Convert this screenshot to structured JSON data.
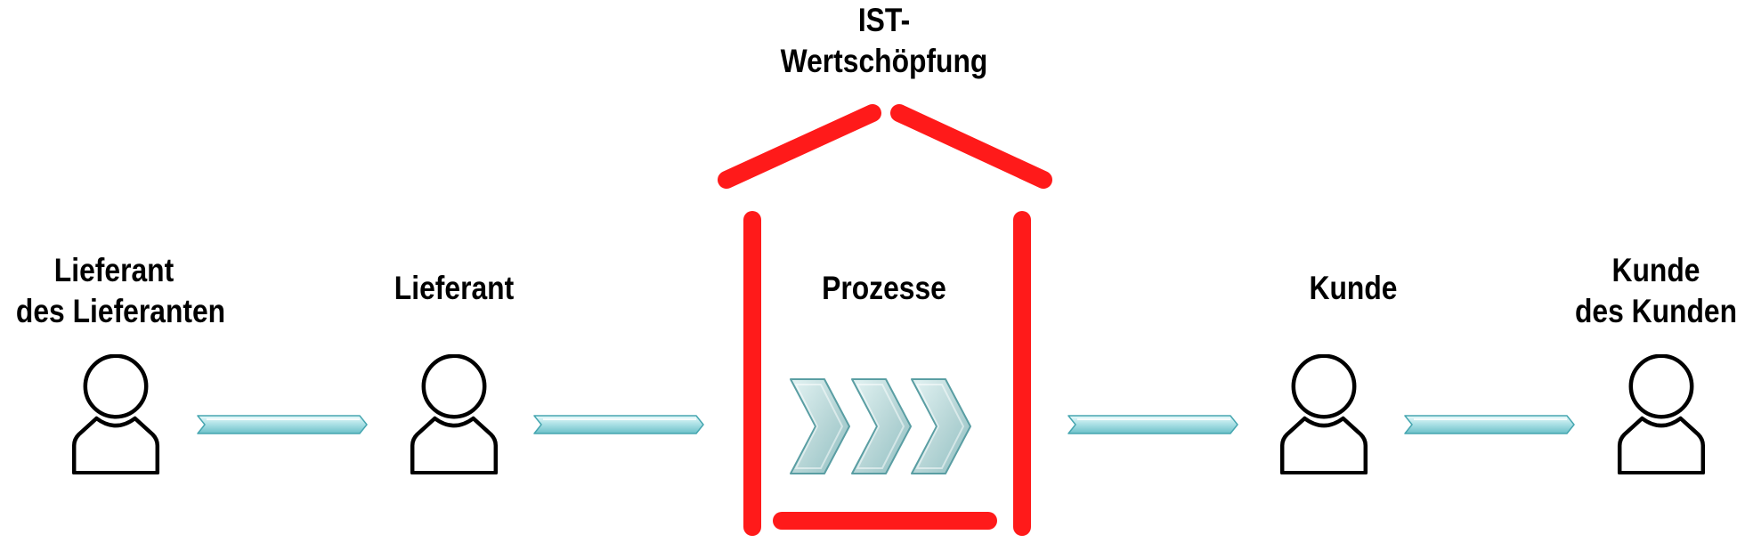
{
  "title": {
    "line1": "IST-",
    "line2": "Wertschöpfung"
  },
  "nodes": {
    "supplier_of_supplier": {
      "line1": "Lieferant",
      "line2": "des Lieferanten",
      "icon": "person-icon"
    },
    "supplier": {
      "label": "Lieferant",
      "icon": "person-icon"
    },
    "processes": {
      "label": "Prozesse",
      "icon": "process-chevrons-icon"
    },
    "customer": {
      "label": "Kunde",
      "icon": "person-icon"
    },
    "customer_of_customer": {
      "line1": "Kunde",
      "line2": "des Kunden",
      "icon": "person-icon"
    }
  },
  "colors": {
    "frame": "#ff1a1a",
    "arrow_fill": "#bfe9ec",
    "arrow_stroke": "#46a6b0",
    "chevron_fill": "#c7dede",
    "chevron_stroke": "#5a9ea3",
    "person_stroke": "#000000",
    "text": "#000000"
  }
}
